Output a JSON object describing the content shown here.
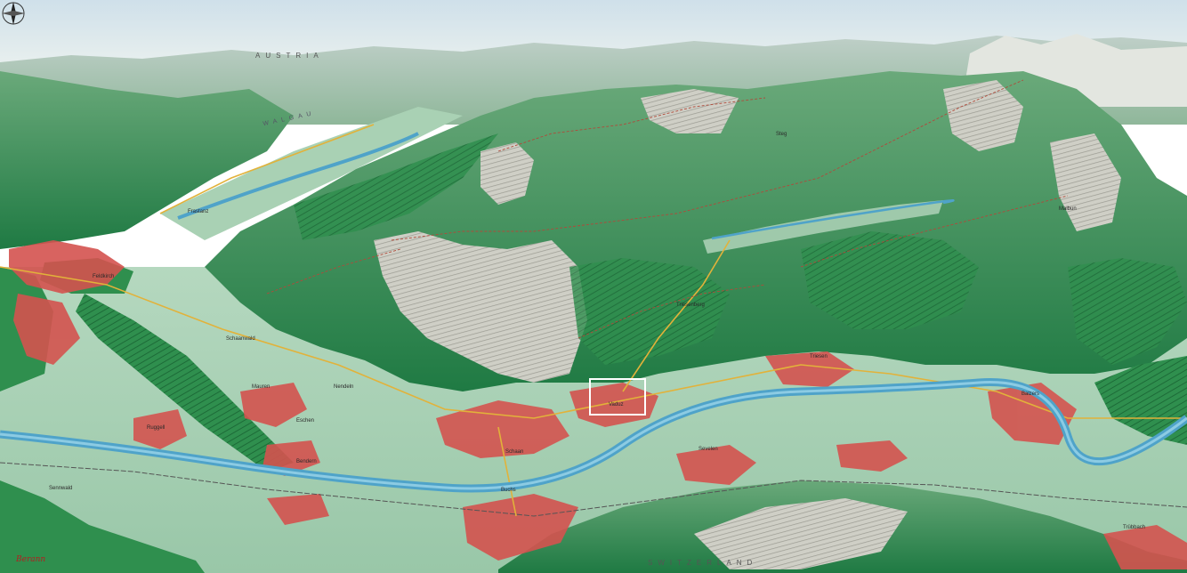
{
  "map": {
    "country_labels": {
      "north": "AUSTRIA",
      "south": "SWITZERLAND"
    },
    "valley_label": "WALGAU",
    "town_labels": {
      "feldkirch": "Feldkirch",
      "frastanz": "Frastanz",
      "schaanwald": "Schaanwald",
      "nendeln": "Nendeln",
      "mauren": "Mauren",
      "eschen": "Eschen",
      "bendern": "Bendern",
      "ruggell": "Ruggell",
      "schaan": "Schaan",
      "vaduz": "Vaduz",
      "triesen": "Triesen",
      "balzers": "Balzers",
      "buchs": "Buchs",
      "sevelen": "Sevelen",
      "sennwald": "Sennwald",
      "malbun": "Malbun",
      "steg": "Steg",
      "triesenberg": "Triesenberg",
      "trubbach": "Trübbach"
    },
    "signature": "Berann",
    "colors": {
      "sky": "#dfe9ee",
      "valley": "#a7cfb4",
      "forest": "#2f8f4e",
      "rock": "#c8c8c0",
      "river": "#4fa3c9",
      "settlement": "#d4534f",
      "road": "#e2b23a"
    },
    "icons": [
      "compass-rose-icon",
      "cable-car-icon",
      "hut-icon"
    ]
  }
}
